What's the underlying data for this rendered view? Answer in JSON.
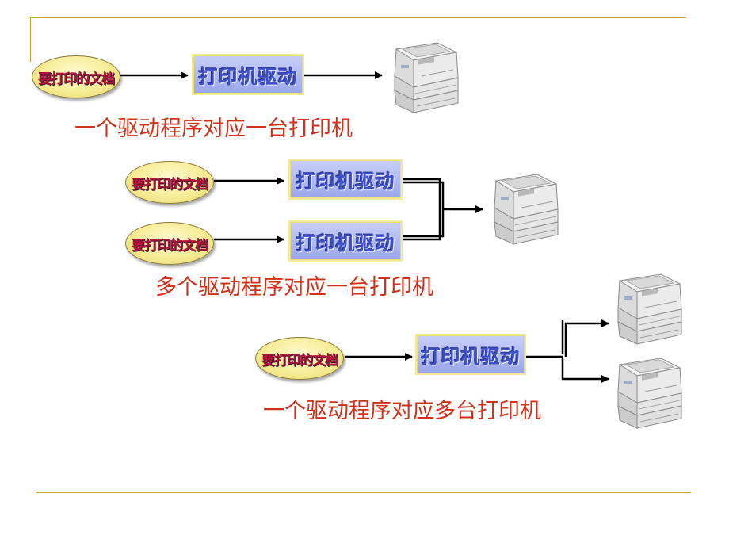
{
  "document_label": "要打印的文档",
  "driver_label": "打印机驱动",
  "captions": {
    "case1": "一个驱动程序对应一台打印机",
    "case2": "多个驱动程序对应一台打印机",
    "case3": "一个驱动程序对应多台打印机"
  },
  "colors": {
    "frame": "#c9a227",
    "caption": "#d23018",
    "driver_text": "#3c4fc8",
    "document_text": "#b0143a"
  },
  "icons": [
    "printer-icon"
  ]
}
